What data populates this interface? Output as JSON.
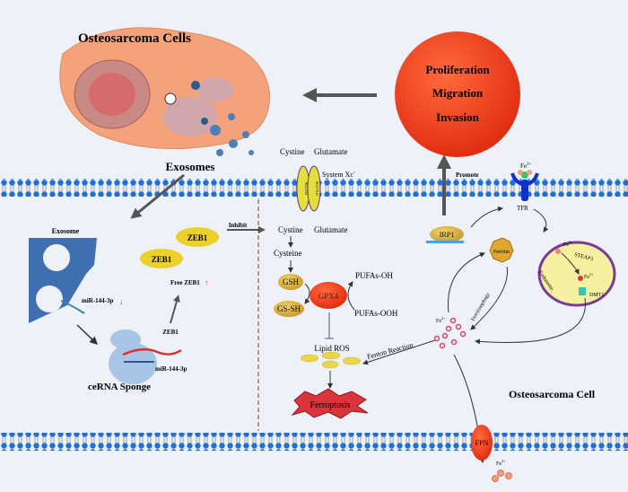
{
  "top": {
    "cells_title": "Osteosarcoma Cells",
    "exosomes": "Exosomes",
    "outcomes": [
      "Proliferation",
      "Migration",
      "Invasion"
    ],
    "promote": "Promote"
  },
  "left_panel": {
    "exosome": "Exosome",
    "mir_down": "miR-144-3p",
    "mir_bound": "miR-144-3p",
    "zeb1_a": "ZEB1",
    "zeb1_b": "ZEB1",
    "zeb1_arrow": "ZEB1",
    "free_zeb1": "Free ZEB1",
    "inhibit": "Inhibit",
    "sponge": "ceRNA Sponge"
  },
  "middle_panel": {
    "cystine_out": "Cystine",
    "glutamate_out": "Glutamate",
    "system": "System Xc",
    "system_sup": "-",
    "transporter_1": "SLC3A2",
    "transporter_2": "SLC7A11",
    "cystine_in": "Cystine",
    "glutamate_in": "Glutamate",
    "cysteine": "Cysteine",
    "gsh": "GSH",
    "gssh": "GS-SH",
    "gpx4": "GPX4",
    "pufas_oh": "PUFAs-OH",
    "pufas_ooh": "PUFAs-OOH",
    "lipid_ros": "Lipid ROS",
    "fenton": "Fenton Reaction",
    "ferroptosis": "Ferroptosis"
  },
  "right_panel": {
    "fe3_top": "Fe",
    "fe3_top_sup": "3+",
    "tfr": "TFR",
    "irp1": "IRP1",
    "ferritin": "Ferritin",
    "ferritinophagy": "Ferritinophagy",
    "endosome": "Endosome",
    "endo_fe3": "Fe",
    "endo_fe3_sup": "3+",
    "steap3": "STEAP3",
    "endo_fe2": "Fe",
    "endo_fe2_sup": "2+",
    "dmt1": "DMT1",
    "fe2_pool": "Fe",
    "fe2_pool_sup": "2+",
    "cell_label": "Osteosarcoma Cell",
    "fpn": "FPN",
    "fe3_out": "Fe",
    "fe3_out_sup": "3+"
  },
  "colors": {
    "background": "#eef2f8",
    "membrane_head": "#1f6fd6",
    "cell_body": "#f4a27c",
    "outcome_circle": "#e8401c",
    "zeb1": "#ecd02a",
    "gpx4": "#ee5a3a",
    "arrow_gray": "#555555",
    "divider": "#a0683a"
  }
}
